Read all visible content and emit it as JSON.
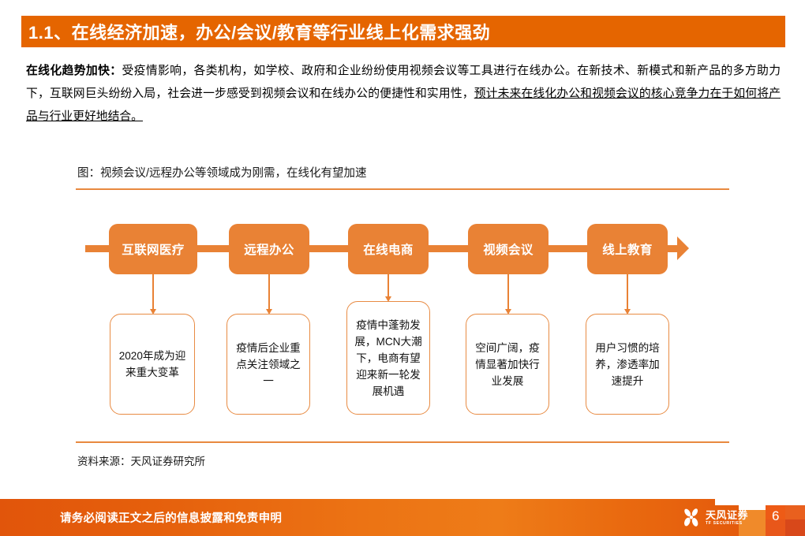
{
  "header": {
    "number": "1.1、",
    "title": "1.1、在线经济加速，办公/会议/教育等行业线上化需求强劲"
  },
  "body": {
    "lead": "在线化趋势加快：",
    "text_1": "受疫情影响，各类机构，如学校、政府和企业纷纷使用视频会议等工具进行在线办公。在新技术、新模式和新产品的多方助力下，互联网巨头纷纷入局，社会进一步感受到视频会议和在线办公的便捷性和实用性，",
    "text_underlined": "预计未来在线化办公和视频会议的核心竞争力在于如何将产品与行业更好地结合。"
  },
  "figure": {
    "title": "图：视频会议/远程办公等领域成为刚需，在线化有望加速",
    "source": "资料来源：天风证券研究所",
    "accent_color": "#E98235",
    "rule_color": "#E8893F"
  },
  "chart_data": {
    "type": "diagram",
    "title": "图：视频会议/远程办公等领域成为刚需，在线化有望加速",
    "flow_direction": "left-to-right",
    "nodes": [
      {
        "label": "互联网医疗",
        "detail": "2020年成为迎来重大变革"
      },
      {
        "label": "远程办公",
        "detail": "疫情后企业重点关注领域之一"
      },
      {
        "label": "在线电商",
        "detail": "疫情中蓬勃发展，MCN大潮下，电商有望迎来新一轮发展机遇"
      },
      {
        "label": "视频会议",
        "detail": "空间广阔，疫情显著加快行业发展"
      },
      {
        "label": "线上教育",
        "detail": "用户习惯的培养，渗透率加速提升"
      }
    ]
  },
  "footer": {
    "note": "请务必阅读正文之后的信息披露和免责申明",
    "brand_cn": "天风证券",
    "brand_en": "TF SECURITIES",
    "page_number": "6"
  }
}
